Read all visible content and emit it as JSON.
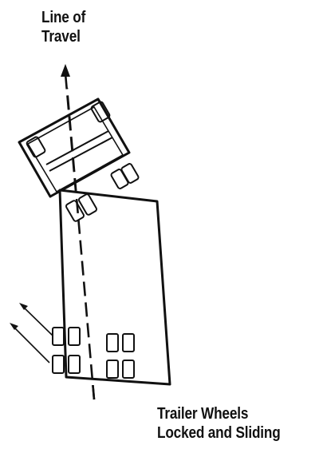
{
  "labels": {
    "line_of_travel": {
      "line1": "Line of",
      "line2": "Travel"
    },
    "trailer_wheels": {
      "line1": "Trailer Wheels",
      "line2": "Locked and Sliding"
    }
  },
  "colors": {
    "ink": "#111111",
    "background": "#ffffff"
  }
}
